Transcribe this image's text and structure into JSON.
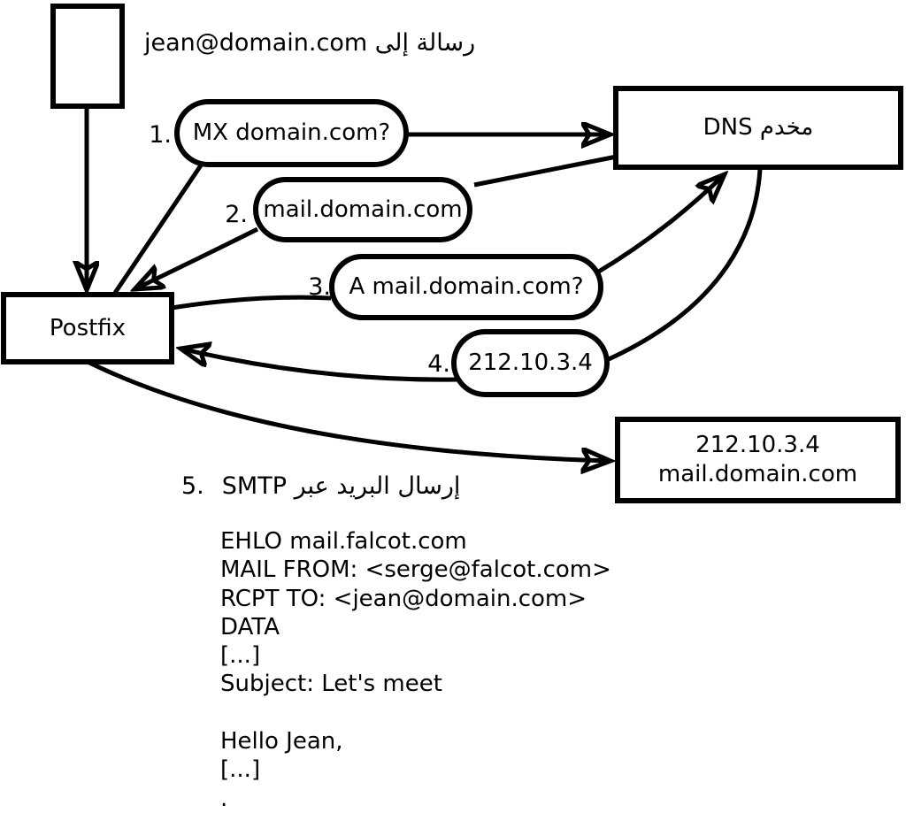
{
  "title_label": "رسالة إلى jean@domain.com",
  "nodes": {
    "postfix": "Postfix",
    "dns_server": "مخدم DNS",
    "mail_server": {
      "line1": "212.10.3.4",
      "line2": "mail.domain.com"
    }
  },
  "steps": [
    {
      "num": "1.",
      "label": "MX domain.com?"
    },
    {
      "num": "2.",
      "label": "mail.domain.com"
    },
    {
      "num": "3.",
      "label": "A mail.domain.com?"
    },
    {
      "num": "4.",
      "label": "212.10.3.4"
    },
    {
      "num": "5.",
      "label": "إرسال البريد عبر SMTP"
    }
  ],
  "smtp_session": [
    "EHLO mail.falcot.com",
    "MAIL FROM: <serge@falcot.com>",
    "RCPT TO: <jean@domain.com>",
    "DATA",
    "[...]",
    "Subject: Let's meet",
    "",
    "Hello Jean,",
    "[...]",
    "."
  ],
  "colors": {
    "stroke": "#000000",
    "background": "#ffffff"
  }
}
